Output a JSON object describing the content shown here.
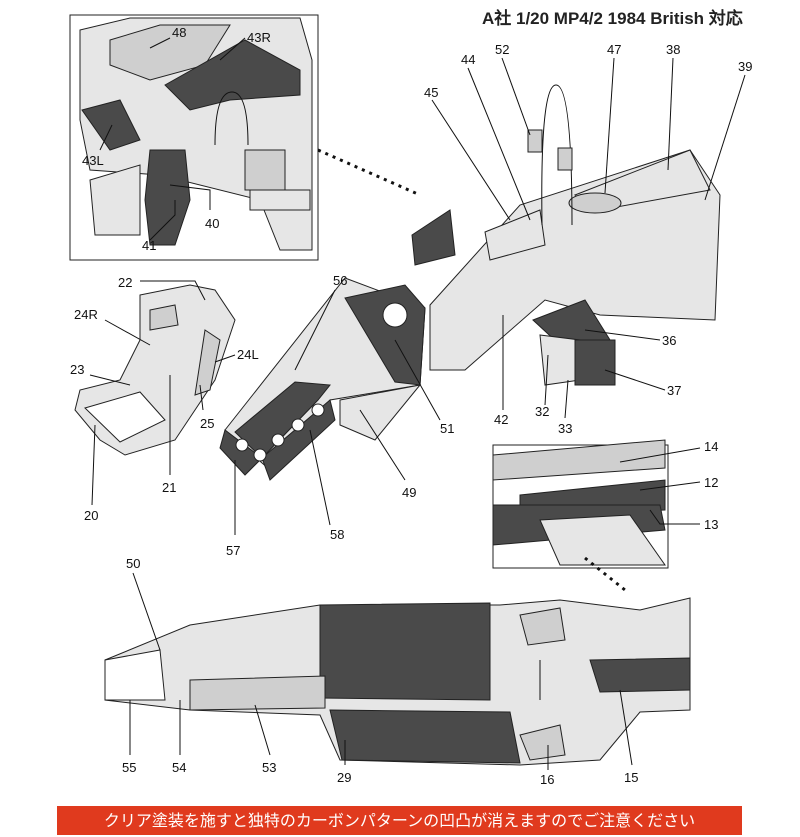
{
  "header": {
    "title": "A社 1/20 MP4/2 1984 British 対応"
  },
  "labels": {
    "p12": "12",
    "p13": "13",
    "p14": "14",
    "p15": "15",
    "p16": "16",
    "p20": "20",
    "p21": "21",
    "p22": "22",
    "p23": "23",
    "p24L": "24L",
    "p24R": "24R",
    "p25": "25",
    "p29": "29",
    "p32": "32",
    "p33": "33",
    "p36": "36",
    "p37": "37",
    "p38": "38",
    "p39": "39",
    "p40": "40",
    "p41": "41",
    "p42": "42",
    "p43L": "43L",
    "p43R": "43R",
    "p44": "44",
    "p45": "45",
    "p47": "47",
    "p48": "48",
    "p49": "49",
    "p50": "50",
    "p51": "51",
    "p52": "52",
    "p53": "53",
    "p54": "54",
    "p55": "55",
    "p56": "56",
    "p57": "57",
    "p58": "58"
  },
  "footer": {
    "warning": "クリア塗装を施すと独特のカーボンパターンの凹凸が消えますのでご注意ください"
  }
}
